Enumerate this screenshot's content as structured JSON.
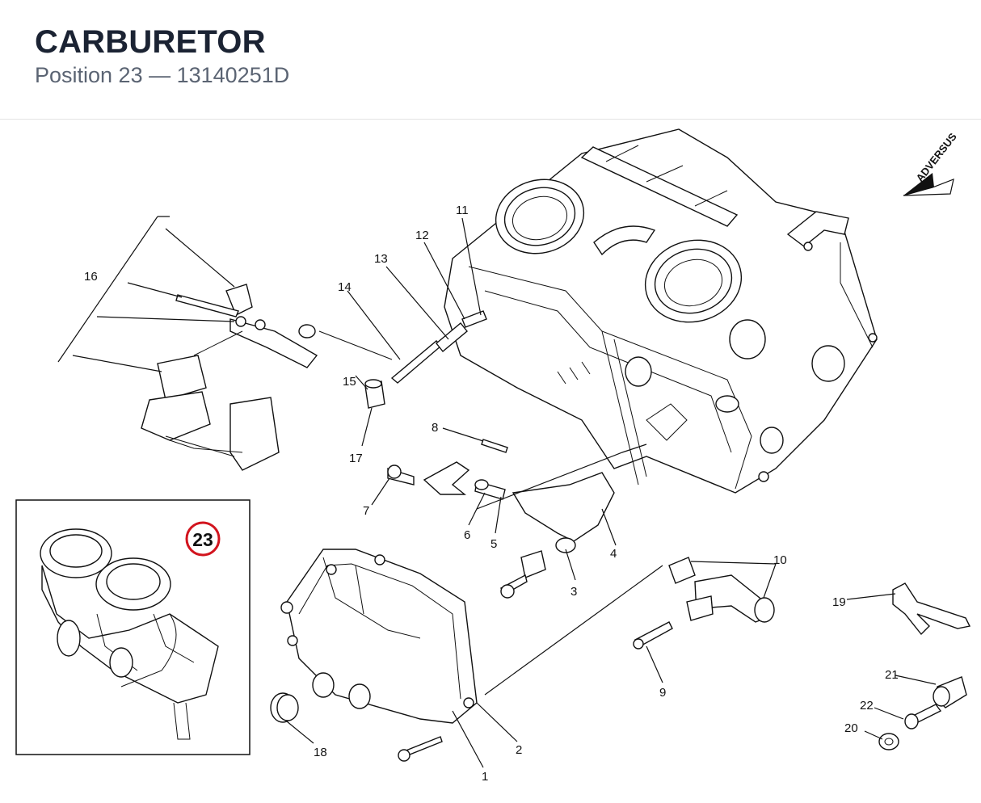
{
  "header": {
    "title": "CARBURETOR",
    "subtitle": "Position 23 — 13140251D"
  },
  "brand": {
    "logo_text": "ADVERSUS"
  },
  "inset": {
    "position_label": "23",
    "highlight_color": "#d2141e"
  },
  "callouts": [
    {
      "id": "1",
      "label": "1"
    },
    {
      "id": "2",
      "label": "2"
    },
    {
      "id": "3",
      "label": "3"
    },
    {
      "id": "4",
      "label": "4"
    },
    {
      "id": "5",
      "label": "5"
    },
    {
      "id": "6",
      "label": "6"
    },
    {
      "id": "7",
      "label": "7"
    },
    {
      "id": "8",
      "label": "8"
    },
    {
      "id": "9",
      "label": "9"
    },
    {
      "id": "10",
      "label": "10"
    },
    {
      "id": "11",
      "label": "11"
    },
    {
      "id": "12",
      "label": "12"
    },
    {
      "id": "13",
      "label": "13"
    },
    {
      "id": "14",
      "label": "14"
    },
    {
      "id": "15",
      "label": "15"
    },
    {
      "id": "16",
      "label": "16"
    },
    {
      "id": "17",
      "label": "17"
    },
    {
      "id": "18",
      "label": "18"
    },
    {
      "id": "19",
      "label": "19"
    },
    {
      "id": "20",
      "label": "20"
    },
    {
      "id": "21",
      "label": "21"
    },
    {
      "id": "22",
      "label": "22"
    }
  ]
}
